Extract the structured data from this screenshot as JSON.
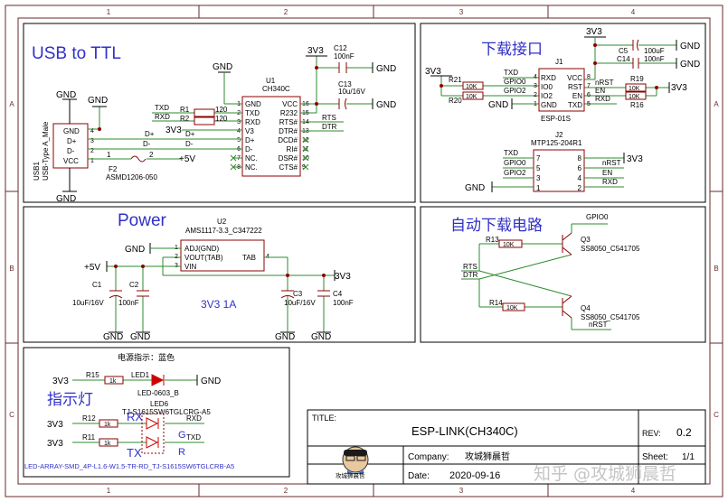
{
  "frame": {
    "cols": [
      "1",
      "2",
      "3",
      "4"
    ],
    "rows": [
      "A",
      "B",
      "C"
    ]
  },
  "usb": {
    "title": "USB to TTL",
    "conn_ref": "USB1",
    "conn_val": "USB-Type A_Male",
    "pins": [
      "GND",
      "D+",
      "D-",
      "VCC"
    ],
    "pin_nums": [
      "4",
      "3",
      "2",
      "1"
    ],
    "gnd": "GND",
    "fuse_ref": "F2",
    "fuse_val": "ASMD1206-050",
    "fuse_pin1": "1",
    "fuse_pin2": "2",
    "net_5v": "+5V",
    "net_dp": "D+",
    "net_dm": "D-",
    "r1": "R1",
    "r1_val": "120",
    "r2": "R2",
    "r2_val": "120",
    "net_txd": "TXD",
    "net_rxd": "RXD",
    "net_3v3": "3V3",
    "ic_ref": "U1",
    "ic_val": "CH340C",
    "ic_left_pins": [
      "GND",
      "TXD",
      "RXD",
      "V3",
      "D+",
      "D-",
      "NC.",
      "NC."
    ],
    "ic_left_nums": [
      "1",
      "2",
      "3",
      "4",
      "5",
      "6",
      "7",
      "8"
    ],
    "ic_right_pins": [
      "VCC",
      "R232",
      "RTS#",
      "DTR#",
      "DCD#",
      "RI#",
      "DSR#",
      "CTS#"
    ],
    "ic_right_nums": [
      "16",
      "15",
      "14",
      "13",
      "12",
      "11",
      "10",
      "9"
    ],
    "net_rts": "RTS",
    "net_dtr": "DTR",
    "c12": "C12",
    "c12_val": "100nF",
    "c13": "C13",
    "c13_val": "10u/16V"
  },
  "prog": {
    "title": "下载接口",
    "j1_ref": "J1",
    "j1_val": "ESP-01S",
    "j1_left_pins": [
      "RXD",
      "IO0",
      "IO2",
      "GND"
    ],
    "j1_right_pins": [
      "VCC",
      "RST",
      "EN",
      "TXD"
    ],
    "j1_left_nums": [
      "4",
      "3",
      "2",
      "1"
    ],
    "j1_right_nums": [
      "8",
      "7",
      "6",
      "5"
    ],
    "net_3v3": "3V3",
    "net_txd": "TXD",
    "net_gpio0": "GPIO0",
    "net_gpio2": "GPIO2",
    "net_nrst": "nRST",
    "net_en": "EN",
    "net_rxd": "RXD",
    "r21": "R21",
    "r21_val": "10K",
    "r20": "R20",
    "r20_val": "10K",
    "r19": "R19",
    "r19_val": "10K",
    "r16": "R16",
    "r16_val": "10K",
    "c5": "C5",
    "c5_val": "100uF",
    "c14": "C14",
    "c14_val": "100nF",
    "gnd": "GND",
    "j2_ref": "J2",
    "j2_val": "MTP125-204R1",
    "j2_left_nets": [
      "TXD",
      "GPIO0",
      "GPIO2",
      ""
    ],
    "j2_left_nums": [
      "7",
      "5",
      "3",
      "1"
    ],
    "j2_right_nets": [
      "3V3",
      "nRST",
      "EN",
      "RXD"
    ],
    "j2_right_nums": [
      "8",
      "6",
      "4",
      "2"
    ]
  },
  "power": {
    "title": "Power",
    "ic_ref": "U2",
    "ic_val": "AMS1117-3.3_C347222",
    "pins": [
      "ADJ(GND)",
      "VOUT(TAB)",
      "VIN"
    ],
    "pin_nums": [
      "1",
      "2",
      "3"
    ],
    "tab": "TAB",
    "tab_num": "4",
    "net_5v": "+5V",
    "net_3v3": "3V3",
    "gnd": "GND",
    "c1": "C1",
    "c1_val": "10uF/16V",
    "c2": "C2",
    "c2_val": "100nF",
    "c3": "C3",
    "c3_val": "10uF/16V",
    "c4": "C4",
    "c4_val": "100nF",
    "note": "3V3 1A"
  },
  "auto": {
    "title": "自动下载电路",
    "net_gpio0": "GPIO0",
    "net_rts": "RTS",
    "net_dtr": "DTR",
    "net_nrst": "nRST",
    "r13": "R13",
    "r13_val": "10K",
    "r14": "R14",
    "r14_val": "10K",
    "q3": "Q3",
    "q3_val": "SS8050_C541705",
    "q4": "Q4",
    "q4_val": "SS8050_C541705"
  },
  "led": {
    "title": "指示灯",
    "note": "电源指示：蓝色",
    "net_3v3": "3V3",
    "gnd": "GND",
    "r15": "R15",
    "r15_val": "1k",
    "led1": "LED1",
    "led1_val": "LED-0603_B",
    "led6": "LED6",
    "led6_val": "TJ-S1615SW6TGLCRG-A5",
    "r12": "R12",
    "r12_val": "1k",
    "r11": "R11",
    "r11_val": "1k",
    "rx": "RX",
    "tx": "TX",
    "g": "G",
    "r": "R",
    "net_rxd": "RXD",
    "net_txd": "TXD",
    "array": "LED-ARRAY-SMD_4P-L1.6-W1.5-TR-RD_TJ-S1615SW6TGLCRB-A5"
  },
  "titleblock": {
    "title_label": "TITLE:",
    "title": "ESP-LINK(CH340C)",
    "rev_label": "REV:",
    "rev": "0.2",
    "company_label": "Company:",
    "company": "攻城狮晨哲",
    "sheet_label": "Sheet:",
    "sheet": "1/1",
    "date_label": "Date:",
    "date": "2020-09-16",
    "logo_text": "攻城狮晨哲"
  },
  "watermark": "知乎 @攻城狮晨哲",
  "colors": {
    "wire": "#2e8b2e",
    "title": "#3030c8",
    "part": "#8b0000",
    "net": "#000080",
    "led": "#cc0000"
  }
}
